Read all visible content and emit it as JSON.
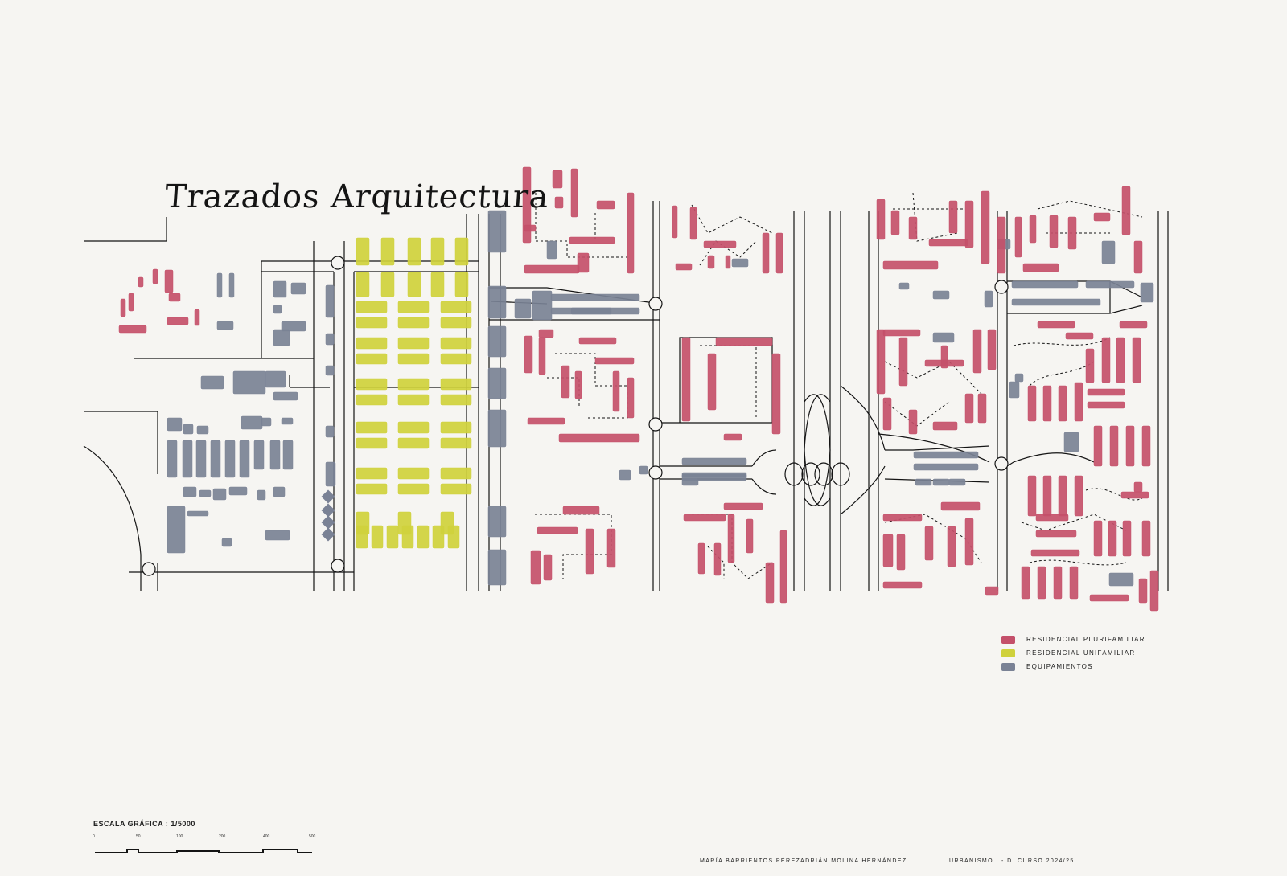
{
  "title": "Trazados Arquitectura",
  "colors": {
    "plurifamiliar": "#c4506a",
    "unifamiliar": "#cfd13c",
    "equipamientos": "#7a8295",
    "ink": "#141414",
    "paper": "#f6f5f2"
  },
  "legend": {
    "items": [
      {
        "color": "#c4506a",
        "label": "Residencial plurifamiliar"
      },
      {
        "color": "#cfd13c",
        "label": "Residencial unifamiliar"
      },
      {
        "color": "#7a8295",
        "label": "Equipamientos"
      }
    ]
  },
  "scale": {
    "caption": "ESCALA GRÁFICA : 1/5000",
    "ticks": [
      "0",
      "50",
      "100",
      "200",
      "400",
      "500"
    ]
  },
  "footer": {
    "author1": "María Barrientos Pérez",
    "author2": "Adrián Molina Hernández",
    "course": "Urbanismo I - D",
    "year": "Curso 2024/25"
  }
}
